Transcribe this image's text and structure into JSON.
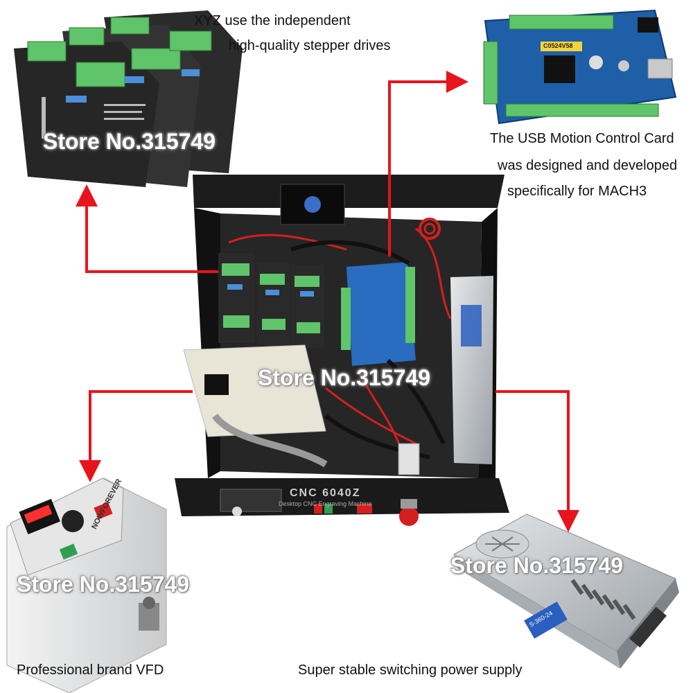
{
  "captions": {
    "drives_line1": "XYZ use the independent",
    "drives_line2": "high-quality stepper drives",
    "card_line1": "The USB Motion Control Card",
    "card_line2": "was designed and developed",
    "card_line3": "specifically for MACH3",
    "vfd": "Professional brand VFD",
    "psu": "Super stable switching power supply"
  },
  "watermarks": {
    "drives": "Store No.315749",
    "box": "Store No.315749",
    "vfd": "Store No.315749",
    "psu": "Store No.315749"
  },
  "labels": {
    "cnc_model": "CNC 6040Z",
    "cnc_sub": "Desktop CNC Engraving Machine",
    "vfd_brand": "NOWFOREVER",
    "psu_model": "S-360-24",
    "pcb_code": "C0524V58"
  },
  "colors": {
    "arrow": "#e8141c",
    "pcb": "#1e5fa8",
    "terminal": "#5fc46a",
    "box": "#1a1a1a"
  }
}
